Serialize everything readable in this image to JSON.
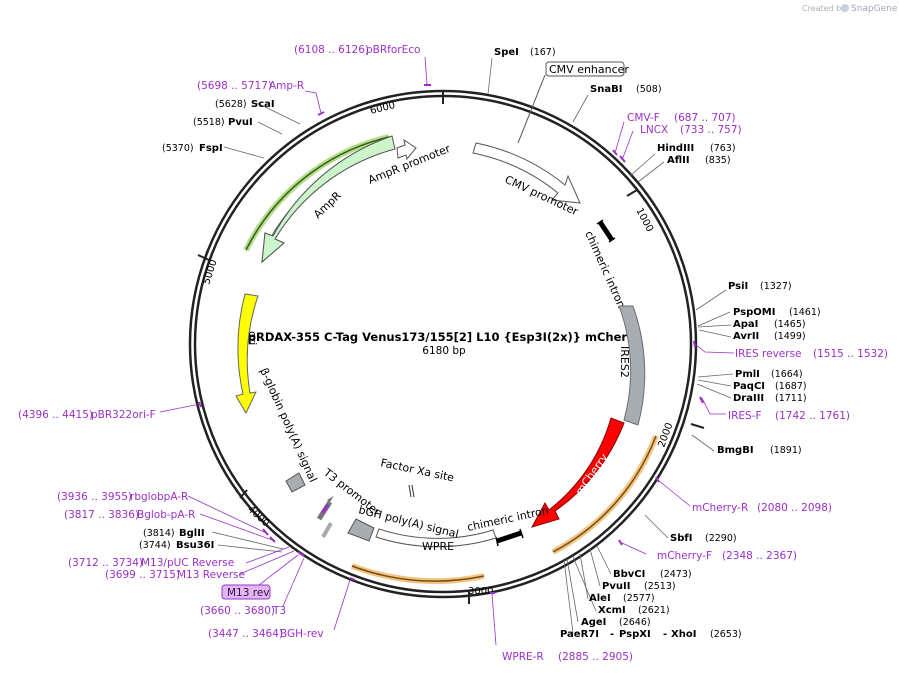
{
  "plasmid": {
    "name": "pRDAX-355    C-Tag Venus173/155[2] L10 {Esp3I(2x)} mCherry",
    "length_label": "6180 bp"
  },
  "credit": {
    "prefix": "Created by",
    "brand": "SnapGene"
  },
  "ticks": [
    "1000",
    "2000",
    "3000",
    "4000",
    "5000",
    "6000"
  ],
  "sites_right": [
    {
      "name": "SpeI",
      "pos": "(167)"
    },
    {
      "name": "SnaBI",
      "pos": "(508)"
    },
    {
      "name": "HindIII",
      "pos": "(763)"
    },
    {
      "name": "AflII",
      "pos": "(835)"
    },
    {
      "name": "PsiI",
      "pos": "(1327)"
    },
    {
      "name": "PspOMI",
      "pos": "(1461)"
    },
    {
      "name": "ApaI",
      "pos": "(1465)"
    },
    {
      "name": "AvrII",
      "pos": "(1499)"
    },
    {
      "name": "PmlI",
      "pos": "(1664)"
    },
    {
      "name": "PaqCI",
      "pos": "(1687)"
    },
    {
      "name": "DraIII",
      "pos": "(1711)"
    },
    {
      "name": "BmgBI",
      "pos": "(1891)"
    },
    {
      "name": "SbfI",
      "pos": "(2290)"
    },
    {
      "name": "BbvCI",
      "pos": "(2473)"
    },
    {
      "name": "PvuII",
      "pos": "(2513)"
    },
    {
      "name": "AleI",
      "pos": "(2577)"
    },
    {
      "name": "XcmI",
      "pos": "(2621)"
    },
    {
      "name": "AgeI",
      "pos": "(2646)"
    },
    {
      "name": "PaeR7I",
      "name2": "PspXI",
      "name3": "XhoI",
      "pos": "(2653)"
    }
  ],
  "sites_left": [
    {
      "name": "ScaI",
      "pos": "(5628)"
    },
    {
      "name": "PvuI",
      "pos": "(5518)"
    },
    {
      "name": "FspI",
      "pos": "(5370)"
    },
    {
      "name": "BglII",
      "pos": "(3814)"
    },
    {
      "name": "Bsu36I",
      "pos": "(3744)"
    }
  ],
  "primers": [
    {
      "name": "pBRforEco",
      "range": "(6108 .. 6126)"
    },
    {
      "name": "Amp-R",
      "range": "(5698 .. 5717)"
    },
    {
      "name": "CMV-F",
      "range": "(687 .. 707)"
    },
    {
      "name": "LNCX",
      "range": "(733 .. 757)"
    },
    {
      "name": "IRES reverse",
      "range": "(1515 .. 1532)"
    },
    {
      "name": "IRES-F",
      "range": "(1742 .. 1761)"
    },
    {
      "name": "mCherry-R",
      "range": "(2080 .. 2098)"
    },
    {
      "name": "mCherry-F",
      "range": "(2348 .. 2367)"
    },
    {
      "name": "WPRE-R",
      "range": "(2885 .. 2905)"
    },
    {
      "name": "pBR322ori-F",
      "range": "(4396 .. 4415)"
    },
    {
      "name": "rbglobpA-R",
      "range": "(3936 .. 3955)"
    },
    {
      "name": "Bglob-pA-R",
      "range": "(3817 .. 3836)"
    },
    {
      "name": "M13/pUC Reverse",
      "range": "(3712 .. 3734)"
    },
    {
      "name": "M13 Reverse",
      "range": "(3699 .. 3715)"
    },
    {
      "name": "T3",
      "range": "(3660 .. 3680)"
    },
    {
      "name": "BGH-rev",
      "range": "(3447 .. 3464)"
    }
  ],
  "boxed_primer": "M13 rev",
  "features": {
    "cmv_enhancer": "CMV enhancer",
    "cmv_promoter": "CMV promoter",
    "chimeric_intron_1": "chimeric intron",
    "ires2": "IRES2",
    "mcherry": "mCherry",
    "chimeric_intron_2": "chimeric intron",
    "wpre": "WPRE",
    "bgh": "bGH poly(A) signal",
    "factor_xa": "Factor Xa site",
    "t3_promoter": "T3 promoter",
    "beta_globin": "β-globin poly(A) signal",
    "ori": "ori",
    "ampr": "AmpR",
    "ampr_promoter": "AmpR promoter"
  },
  "colors": {
    "backbone": "#222222",
    "primer": "#9b30c8",
    "mcherry": "#ff0000",
    "ires": "#a8adb2",
    "ori": "#ffff00",
    "ampr": "#ccf5cc",
    "highlight_green": "#6fb81a",
    "highlight_orange": "#e8a030",
    "snapgene": "#9fa8b6"
  }
}
